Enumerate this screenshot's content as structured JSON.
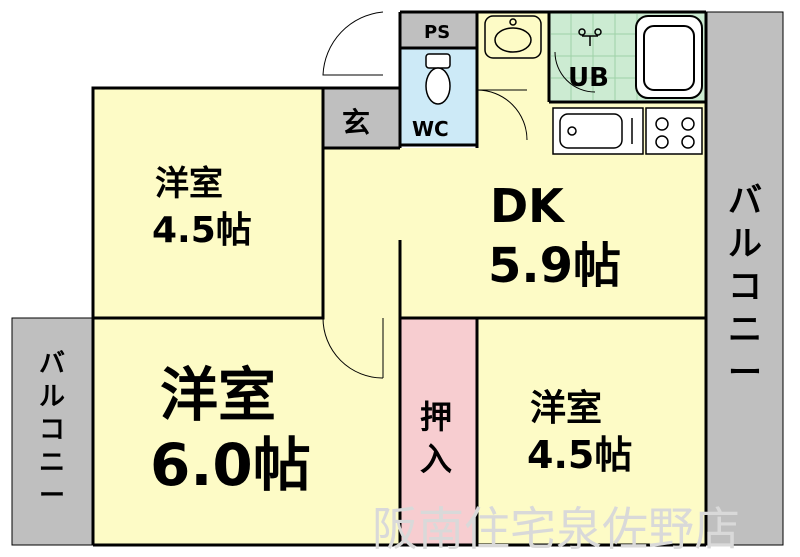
{
  "rooms": {
    "western_room_nw": {
      "name": "洋室",
      "size": "4.5帖"
    },
    "dining_kitchen": {
      "name": "DK",
      "size": "5.9帖"
    },
    "western_room_sw": {
      "name": "洋室",
      "size": "6.0帖"
    },
    "western_room_se": {
      "name": "洋室",
      "size": "4.5帖"
    },
    "closet": {
      "line1": "押",
      "line2": "入"
    },
    "entrance": {
      "label": "玄"
    },
    "toilet": {
      "label": "WC"
    },
    "pipe_space": {
      "label": "PS"
    },
    "unit_bath": {
      "label": "UB"
    }
  },
  "balconies": {
    "east": {
      "chars": [
        "バ",
        "ル",
        "コ",
        "ニ",
        "ー"
      ]
    },
    "west": {
      "chars": [
        "バ",
        "ル",
        "コ",
        "ニ",
        "ー"
      ]
    }
  },
  "watermark": "阪南住宅泉佐野店",
  "colors": {
    "room_yellow": "#fdfbc6",
    "closet_pink": "#f7cdd0",
    "toilet_blue": "#cdeaf7",
    "bath_green": "#ccebd2",
    "gray": "#bfbfbf",
    "wall": "#000000"
  }
}
